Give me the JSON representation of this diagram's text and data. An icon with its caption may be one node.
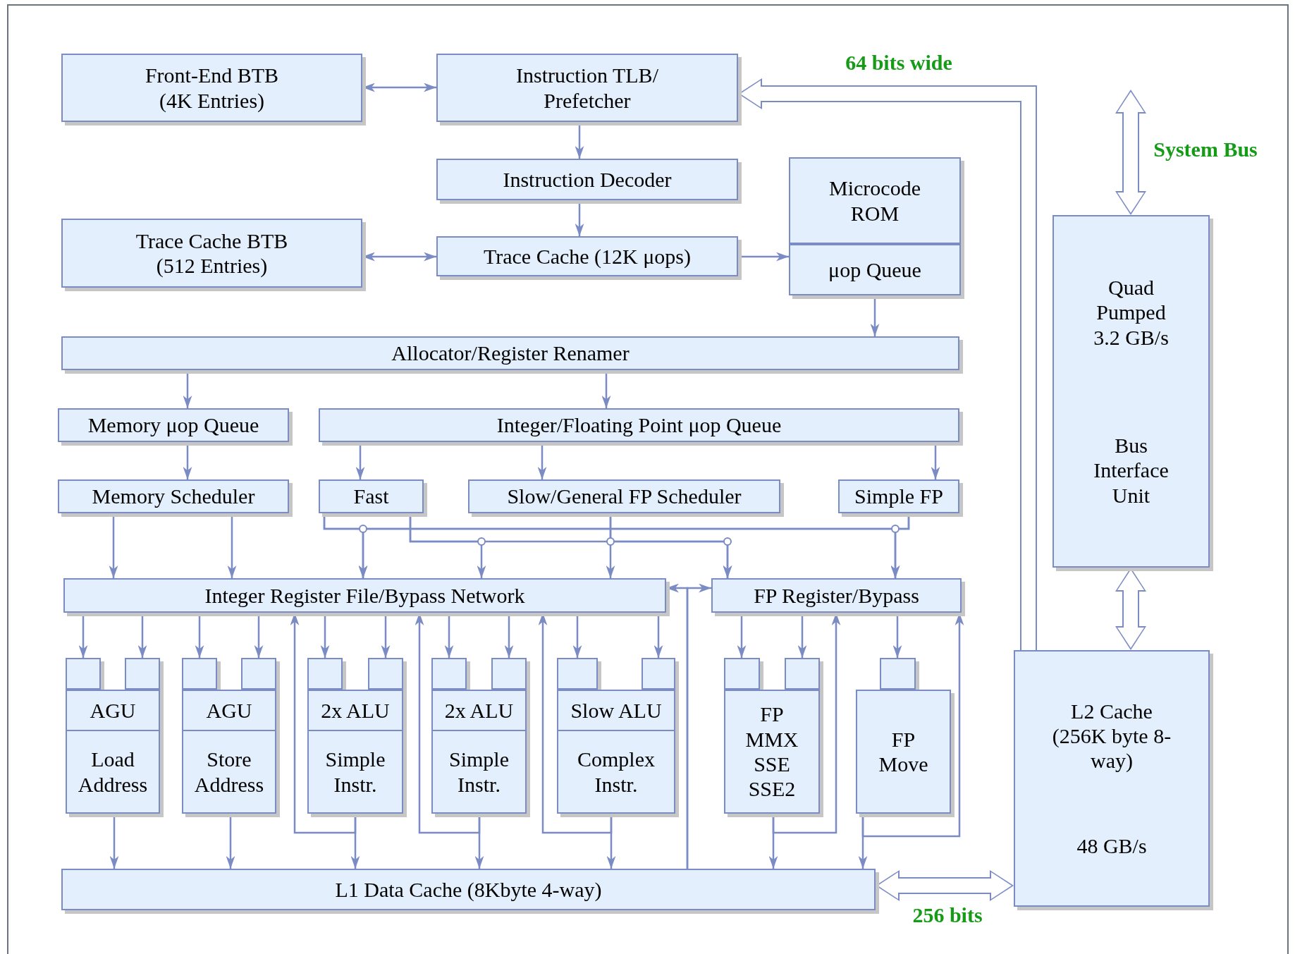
{
  "diagram": {
    "nodes": [
      {
        "text": [
          "Front-End BTB (4K Entries)"
        ]
      },
      {
        "text": [
          "Instruction TLB/ Prefetcher"
        ]
      },
      {
        "text": [
          "Instruction Decoder"
        ]
      },
      {
        "text": [
          "Microcode ROM"
        ]
      },
      {
        "text": [
          "μop Queue"
        ]
      },
      {
        "text": [
          "Trace Cache BTB (512 Entries)"
        ]
      },
      {
        "text": [
          "Trace Cache (12K μops)"
        ]
      },
      {
        "text": [
          "Allocator/Register Renamer"
        ]
      },
      {
        "text": [
          "Memory μop Queue"
        ]
      },
      {
        "text": [
          "Integer/Floating Point μop Queue"
        ]
      },
      {
        "text": [
          "Memory Scheduler"
        ]
      },
      {
        "text": [
          "Fast"
        ]
      },
      {
        "text": [
          "Slow/General FP Scheduler"
        ]
      },
      {
        "text": [
          "Simple FP"
        ]
      },
      {
        "text": [
          "Integer Register File/Bypass Network"
        ]
      },
      {
        "text": [
          "FP Register/Bypass"
        ]
      },
      {
        "text": [],
        "shape": "box"
      },
      {
        "text": [],
        "shape": "box"
      },
      {
        "text": [],
        "shape": "box"
      },
      {
        "text": [],
        "shape": "box"
      },
      {
        "text": [],
        "shape": "box"
      },
      {
        "text": [],
        "shape": "box"
      },
      {
        "text": [],
        "shape": "box"
      },
      {
        "text": [],
        "shape": "box"
      },
      {
        "text": [],
        "shape": "box"
      },
      {
        "text": [],
        "shape": "box"
      },
      {
        "text": [],
        "shape": "box"
      },
      {
        "text": [],
        "shape": "box"
      },
      {
        "text": [],
        "shape": "box"
      },
      {
        "text": [
          "AGU",
          "Load Address"
        ]
      },
      {
        "text": [
          "AGU",
          "Store Address"
        ]
      },
      {
        "text": [
          "2x ALU",
          "Simple Instr."
        ]
      },
      {
        "text": [
          "2x ALU",
          "Simple Instr."
        ]
      },
      {
        "text": [
          "Slow ALU",
          "Complex Instr."
        ]
      },
      {
        "text": [
          "FP MMX SSE SSE2"
        ]
      },
      {
        "text": [
          "FP Move"
        ]
      },
      {
        "text": [
          "L1 Data Cache (8Kbyte 4-way)"
        ]
      },
      {
        "text": [
          "Quad Pumped 3.2 GB/s",
          "Bus Interface Unit"
        ]
      },
      {
        "text": [
          "L2 Cache (256K byte 8-way)",
          "48 GB/s"
        ]
      }
    ],
    "edges": [
      {
        "from": 0,
        "to": 1,
        "arrow": "both"
      },
      {
        "from": 1,
        "to": 2,
        "arrow": "to"
      },
      {
        "from": 2,
        "to": 6,
        "arrow": "to"
      },
      {
        "from": 5,
        "to": 6,
        "arrow": "both"
      },
      {
        "from": 6,
        "to": 4,
        "arrow": "to"
      },
      {
        "from": 4,
        "to": 7,
        "arrow": "to"
      },
      {
        "from": 7,
        "to": 8,
        "arrow": "to"
      },
      {
        "from": 7,
        "to": 9,
        "arrow": "to"
      },
      {
        "from": 8,
        "to": 10,
        "arrow": "to"
      },
      {
        "from": 9,
        "to": 11,
        "arrow": "to"
      },
      {
        "from": 9,
        "to": 12,
        "arrow": "to"
      },
      {
        "from": 9,
        "to": 13,
        "arrow": "to"
      },
      {
        "from": 10,
        "to": 14,
        "arrow": "to"
      },
      {
        "from": 10,
        "to": 14,
        "arrow": "to"
      },
      {
        "from": 11,
        "to": 14,
        "arrow": "to"
      },
      {
        "from": 11,
        "to": 15,
        "arrow": "to"
      },
      {
        "from": 13,
        "to": 14,
        "arrow": "to"
      },
      {
        "from": 13,
        "to": 15,
        "arrow": "to"
      },
      {
        "from": 11,
        "to": 14,
        "arrow": "to"
      },
      {
        "from": 11,
        "to": 15,
        "arrow": "to"
      },
      {
        "from": 12,
        "to": 14,
        "arrow": "to"
      },
      {
        "from": 12,
        "to": 15,
        "arrow": "to"
      },
      {
        "from": 36,
        "to": 14,
        "arrow": "to"
      },
      {
        "from": 36,
        "to": 15,
        "arrow": "to"
      },
      {
        "from": 14,
        "to": 16,
        "arrow": "to"
      },
      {
        "from": 14,
        "to": 17,
        "arrow": "to"
      },
      {
        "from": 14,
        "to": 18,
        "arrow": "to"
      },
      {
        "from": 14,
        "to": 19,
        "arrow": "to"
      },
      {
        "from": 14,
        "to": 20,
        "arrow": "to"
      },
      {
        "from": 14,
        "to": 21,
        "arrow": "to"
      },
      {
        "from": 14,
        "to": 22,
        "arrow": "to"
      },
      {
        "from": 14,
        "to": 23,
        "arrow": "to"
      },
      {
        "from": 14,
        "to": 24,
        "arrow": "to"
      },
      {
        "from": 14,
        "to": 25,
        "arrow": "to"
      },
      {
        "from": 15,
        "to": 26,
        "arrow": "to"
      },
      {
        "from": 15,
        "to": 27,
        "arrow": "to"
      },
      {
        "from": 15,
        "to": 28,
        "arrow": "to"
      },
      {
        "from": 29,
        "to": 36,
        "arrow": "to"
      },
      {
        "from": 30,
        "to": 36,
        "arrow": "to"
      },
      {
        "from": 31,
        "to": 36,
        "arrow": "to"
      },
      {
        "from": 31,
        "to": 14,
        "arrow": "to"
      },
      {
        "from": 32,
        "to": 36,
        "arrow": "to"
      },
      {
        "from": 32,
        "to": 14,
        "arrow": "to"
      },
      {
        "from": 33,
        "to": 36,
        "arrow": "to"
      },
      {
        "from": 33,
        "to": 14,
        "arrow": "to"
      },
      {
        "from": 34,
        "to": 36,
        "arrow": "to"
      },
      {
        "from": 34,
        "to": 15,
        "arrow": "to"
      },
      {
        "from": 35,
        "to": 36,
        "arrow": "to"
      },
      {
        "from": 35,
        "to": 15,
        "arrow": "to"
      },
      {
        "from": 38,
        "to": 1,
        "arrow": "to",
        "label": "64 bits wide",
        "style": "thick"
      },
      {
        "from": null,
        "to": 37,
        "arrow": "both",
        "label": "System Bus",
        "style": "thick"
      },
      {
        "from": 37,
        "to": 38,
        "arrow": "both",
        "style": "thick"
      },
      {
        "from": 36,
        "to": 38,
        "arrow": "both",
        "label": "256 bits",
        "style": "thick"
      }
    ]
  }
}
